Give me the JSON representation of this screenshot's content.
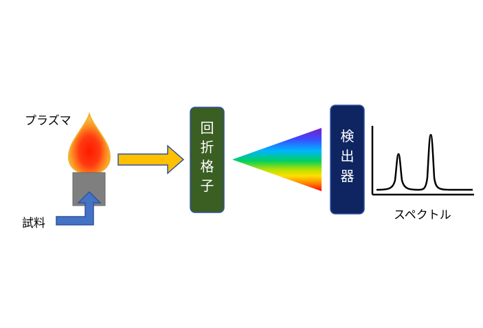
{
  "labels": {
    "plasma": "プラズマ",
    "sample": "試料",
    "spectrum": "スペクトル"
  },
  "grating": {
    "chars": [
      "回",
      "折",
      "格",
      "子"
    ],
    "fill": "#3b5e23",
    "border": "#2f52a0"
  },
  "detector": {
    "chars": [
      "検",
      "出",
      "器"
    ],
    "fill": "#0f2562",
    "border": "#2f52a0"
  },
  "colors": {
    "flame_outer": "#f5a623",
    "flame_core": "#ff1a00",
    "sample_block": "#7f7f7f",
    "sample_arrow": "#4472c4",
    "light_arrow": "#ffc000",
    "light_arrow_border": "#2f52a0"
  },
  "spectrum_peaks": 2,
  "rainbow": [
    "#6a0dad",
    "#3050ff",
    "#00b0ff",
    "#00d060",
    "#c8e000",
    "#ffe000",
    "#ff8000",
    "#ff0000"
  ]
}
